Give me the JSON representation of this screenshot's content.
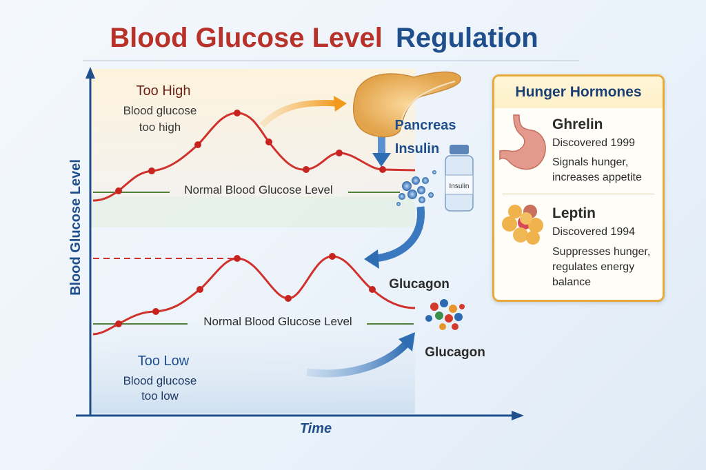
{
  "title": {
    "part1": "Blood Glucose Level",
    "part2": "Regulation",
    "color1": "#b8322a",
    "color2": "#1f4e8c"
  },
  "axes": {
    "y_label": "Blood Glucose Level",
    "x_label": "Time"
  },
  "high": {
    "heading": "Too High",
    "line1": "Blood glucose",
    "line2": "too high",
    "normal_label": "Normal Blood Glucose Level"
  },
  "low": {
    "heading": "Too Low",
    "line1": "Blood glucose",
    "line2": "too low",
    "normal_label": "Normal Blood Glucose Level"
  },
  "organs": {
    "pancreas": "Pancreas",
    "insulin": "Insulin",
    "vial_label": "Insulin",
    "glucagon_top": "Glucagon",
    "glucagon_bottom": "Glucagon"
  },
  "panel": {
    "title": "Hunger Hormones",
    "hormones": [
      {
        "name": "Ghrelin",
        "discovered": "Discovered 1999",
        "desc": "Signals hunger, increases appetite"
      },
      {
        "name": "Leptin",
        "discovered": "Discovered 1994",
        "desc": "Suppresses hunger, regulates energy balance"
      }
    ]
  }
}
